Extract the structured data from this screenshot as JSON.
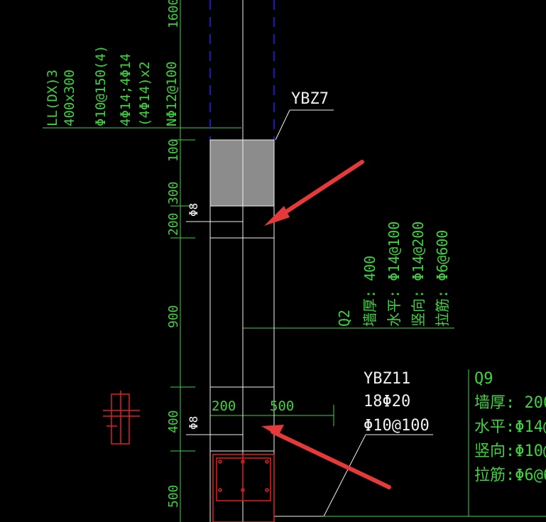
{
  "colors": {
    "background": "#000000",
    "annotation_green": "#3fd23f",
    "outline_white": "#f2f2f2",
    "axis_blue": "#2020ff",
    "arrow_red": "#e63a3a",
    "rebar_red": "#e02020",
    "filled_gray": "#8c8c8c"
  },
  "beam_label": {
    "line1": "LL(DX)3",
    "line2": "400x300",
    "line3": "Φ10@150(4)",
    "line4": "4Φ14;4Φ14",
    "line5": "(4Φ14)x2",
    "line6": "NΦ12@100"
  },
  "ybz7": {
    "label": "YBZ7",
    "dim_label": "Φ8"
  },
  "q2_label": {
    "line1": "Q2",
    "line2": "墙厚:    400",
    "line3": "水平: Φ14@100",
    "line4": "竖向: Φ14@200",
    "line5": "拉筋: Φ6@600"
  },
  "ybz11": {
    "label": "YBZ11",
    "main_rebar": "18Φ20",
    "stirrup": "Φ10@100",
    "dim_label": "Φ8"
  },
  "q9_label": {
    "line1": "Q9",
    "line2": "墙厚: 200",
    "line3": "水平:Φ14@",
    "line4": "竖向:Φ10@",
    "line5": "拉筋:Φ6@6"
  },
  "left_dimensions": [
    "1600",
    "100",
    "300",
    "200",
    "900",
    "400",
    "500"
  ],
  "horizontal_dimensions": [
    "200",
    "500"
  ]
}
